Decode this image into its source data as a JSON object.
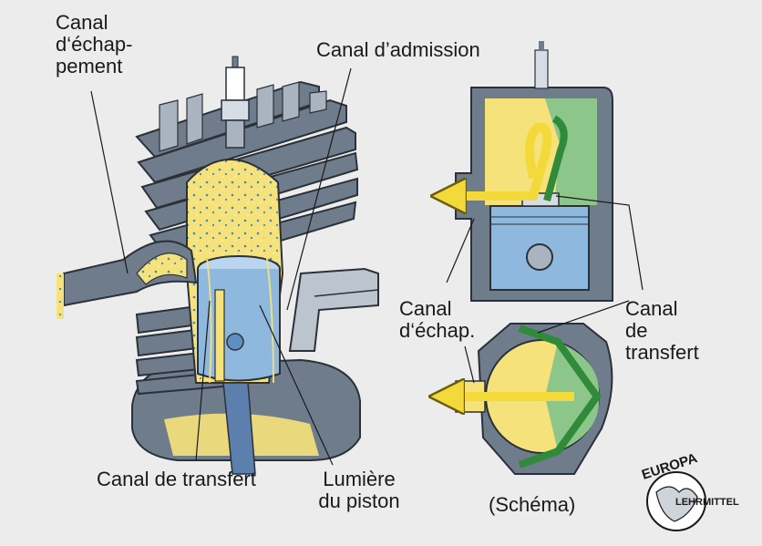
{
  "labels": {
    "canal_echappement_main": [
      "Canal",
      "d‘échap-",
      "pement"
    ],
    "canal_admission": "Canal d’admission",
    "canal_transfert_main": "Canal de transfert",
    "lumiere_piston": [
      "Lumière",
      "du piston"
    ],
    "canal_echap_schema": [
      "Canal",
      "d‘échap."
    ],
    "canal_transfert_schema": [
      "Canal",
      "de",
      "transfert"
    ],
    "schema": "(Schéma)"
  },
  "logo": {
    "top": "EUROPA",
    "side": "LEHRMITTEL"
  },
  "colors": {
    "background": "#ececec",
    "engine_grey": "#6f7c8c",
    "engine_light": "#aab3c0",
    "piston_blue": "#8fb8df",
    "mixture_yellow": "#f6e27a",
    "transfer_green": "#8cc68a",
    "arrow_yellow": "#f3d93a"
  },
  "icons": [
    "spark-plug-icon",
    "europa-lehrmittel-logo"
  ]
}
